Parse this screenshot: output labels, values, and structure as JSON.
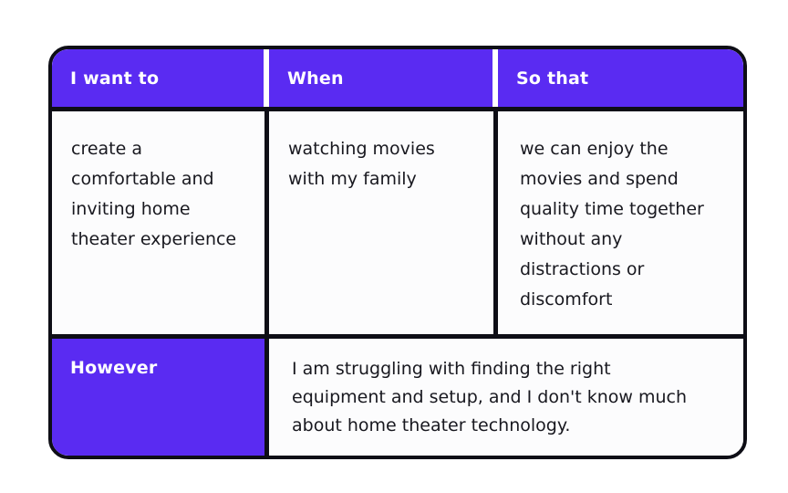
{
  "colors": {
    "accent_purple": "#5A2BF2",
    "border_black": "#0E0E16",
    "cell_white": "#FCFCFD",
    "header_text": "#FFFFFF",
    "body_text": "#18181F",
    "page_bg": "#FFFFFF"
  },
  "story_table": {
    "columns": [
      {
        "header": "I want to",
        "body": "create a comfortable and inviting home theater experience"
      },
      {
        "header": "When",
        "body": "watching movies with my family"
      },
      {
        "header": "So that",
        "body": "we can enjoy the movies and spend quality time together without any distractions or discomfort"
      }
    ],
    "however_row": {
      "label": "However",
      "text": "I am struggling with finding the right equipment and setup, and I don't know much about home theater technology."
    }
  }
}
